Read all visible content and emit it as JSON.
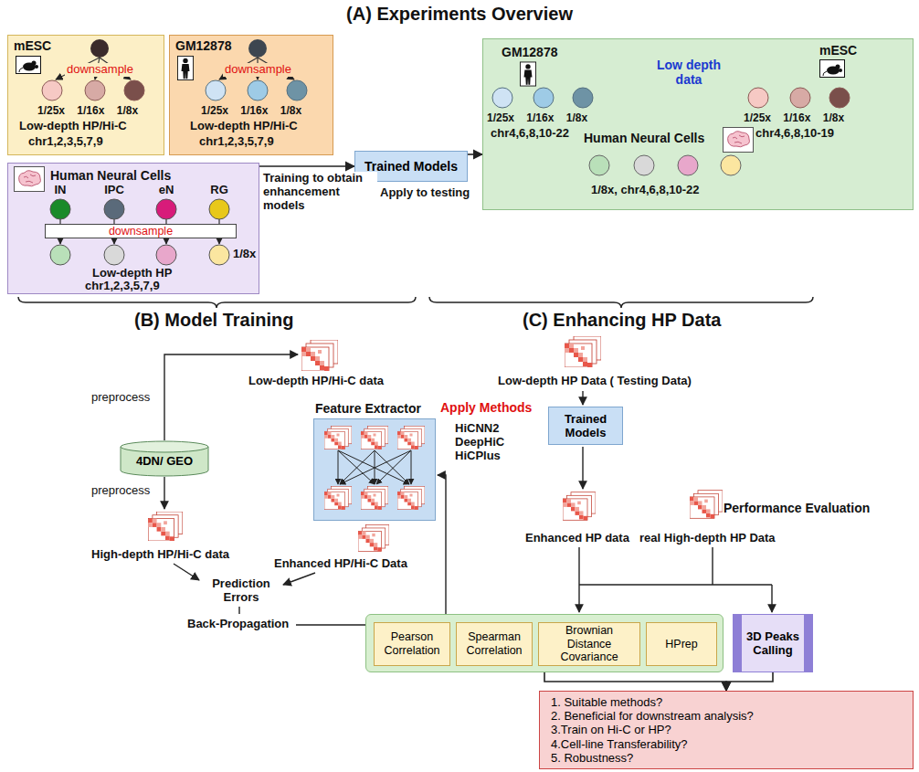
{
  "diagram": {
    "title": "(A) Experiments Overview",
    "nodes": [
      {
        "text": [
          "mESC",
          "downsample",
          "1/25x 1/16x 1/8x",
          "Low-depth HP/Hi-C",
          "chr1,2,3,5,7,9"
        ]
      },
      {
        "text": [
          "GM12878",
          "downsample",
          "1/25x 1/16x 1/8x",
          "Low-depth HP/Hi-C",
          "chr1,2,3,5,7,9"
        ]
      },
      {
        "text": [
          "Human Neural Cells",
          "IN",
          "IPC",
          "eN",
          "RG",
          "1/8x",
          "Low-depth HP",
          "chr1,2,3,5,7,9"
        ]
      },
      {
        "text": [
          "downsample"
        ],
        "in": 2
      },
      {
        "text": [
          "Trained Models"
        ]
      },
      {
        "text": [
          "GM12878",
          "Low depth data",
          "mESC",
          "1/25x 1/16x 1/8x",
          "chr4,6,8,10-22",
          "1/25x 1/16x 1/8x",
          "chr4,6,8,10-19",
          "Human Neural Cells",
          "1/8x, chr4,6,8,10-22"
        ]
      },
      {
        "text": [
          "Feature Extractor"
        ]
      },
      {
        "text": [
          "4DN/ GEO"
        ]
      },
      {
        "text": [
          "Trained Models"
        ]
      },
      {
        "text": []
      },
      {
        "text": [
          "Pearson Correlation"
        ],
        "in": 9
      },
      {
        "text": [
          "Spearman Correlation"
        ],
        "in": 9
      },
      {
        "text": [
          "Brownian Distance Covariance"
        ],
        "in": 9
      },
      {
        "text": [
          "HPrep"
        ],
        "in": 9
      },
      {
        "text": [
          "3D Peaks Calling"
        ]
      },
      {
        "text": [
          "1. Suitable methods?",
          "2. Beneficial for downstream analysis?",
          "3.Train on Hi-C or HP?",
          "4.Cell-line Transferability?",
          "5. Robustness?"
        ]
      }
    ],
    "edges": [
      {
        "from": 2,
        "to": 4,
        "arrow": "to",
        "label": "Training to obtain enhancement models"
      },
      {
        "from": 4,
        "to": 5,
        "arrow": "to",
        "label": "Apply to testing"
      },
      {
        "from": 9,
        "to": 15,
        "arrow": "to"
      },
      {
        "from": 14,
        "to": 15,
        "arrow": "to"
      }
    ],
    "labels": [
      "(B) Model Training",
      "(C) Enhancing HP Data",
      "Low-depth HP/Hi-C data",
      "Apply Methods",
      "HiCNN2 DeepHiC HiCPlus",
      "preprocess",
      "preprocess",
      "High-depth HP/Hi-C data",
      "Enhanced HP/Hi-C Data",
      "Prediction Errors",
      "Back-Propagation",
      "Low-depth HP Data ( Testing Data)",
      "Enhanced HP data",
      "real High-depth HP Data",
      "Performance Evaluation"
    ]
  }
}
